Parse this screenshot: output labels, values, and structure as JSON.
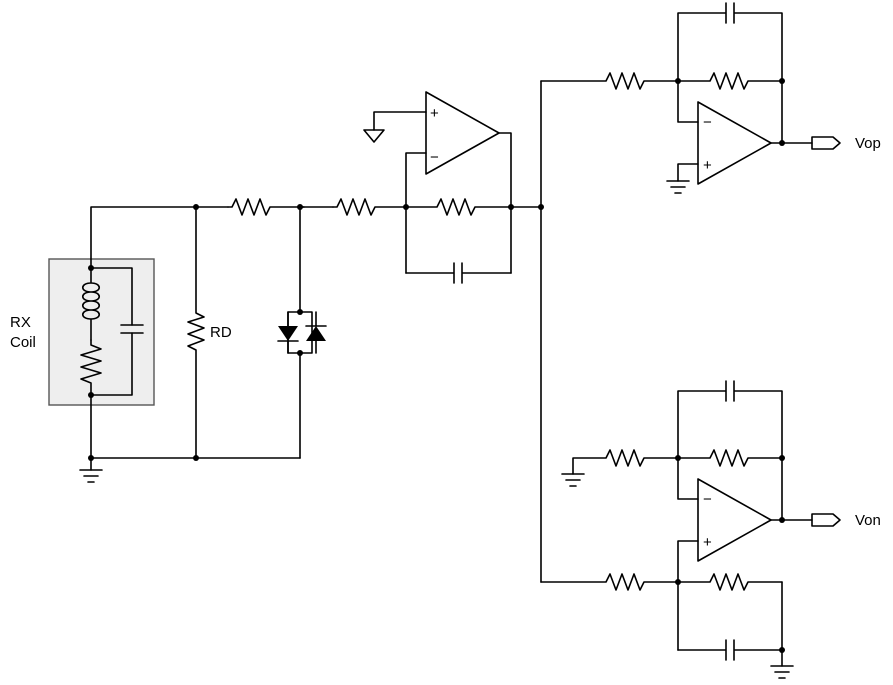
{
  "labels": {
    "rx_coil_line1": "RX",
    "rx_coil_line2": "Coil",
    "rd": "RD",
    "vop": "Vop",
    "von": "Von"
  },
  "opamp_signs": {
    "plus": "+",
    "minus": "−"
  },
  "colors": {
    "wire": "#000000",
    "coil_box_fill": "#eeeeee",
    "coil_box_stroke": "#555555",
    "background": "#ffffff"
  }
}
